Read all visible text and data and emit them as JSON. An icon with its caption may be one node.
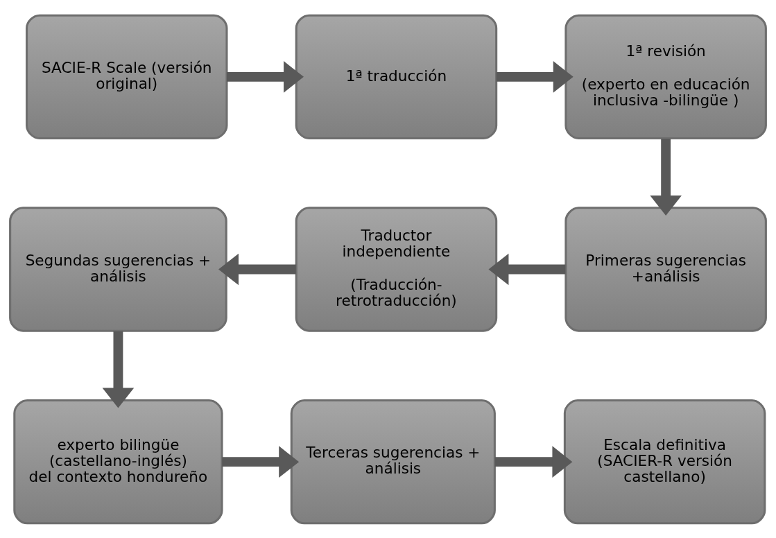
{
  "diagram": {
    "nodes": [
      {
        "text": [
          "SACIE-R Scale (versión original)"
        ]
      },
      {
        "text": [
          "1ª traducción"
        ]
      },
      {
        "text": [
          "1ª revisión",
          "(experto en educación inclusiva -bilingüe )"
        ]
      },
      {
        "text": [
          "Primeras sugerencias +análisis"
        ]
      },
      {
        "text": [
          "Traductor independiente",
          "(Traducción-retrotraducción)"
        ]
      },
      {
        "text": [
          "Segundas sugerencias + análisis"
        ]
      },
      {
        "text": [
          "experto bilingüe (castellano-inglés) del contexto hondureño"
        ]
      },
      {
        "text": [
          "Terceras sugerencias + análisis"
        ]
      },
      {
        "text": [
          "Escala definitiva (SACIER-R versión castellano)"
        ]
      }
    ],
    "edges": [
      {
        "from": 0,
        "to": 1,
        "arrow": "to"
      },
      {
        "from": 1,
        "to": 2,
        "arrow": "to"
      },
      {
        "from": 2,
        "to": 3,
        "arrow": "to"
      },
      {
        "from": 3,
        "to": 4,
        "arrow": "to"
      },
      {
        "from": 4,
        "to": 5,
        "arrow": "to"
      },
      {
        "from": 5,
        "to": 6,
        "arrow": "to"
      },
      {
        "from": 6,
        "to": 7,
        "arrow": "to"
      },
      {
        "from": 7,
        "to": 8,
        "arrow": "to"
      }
    ]
  }
}
